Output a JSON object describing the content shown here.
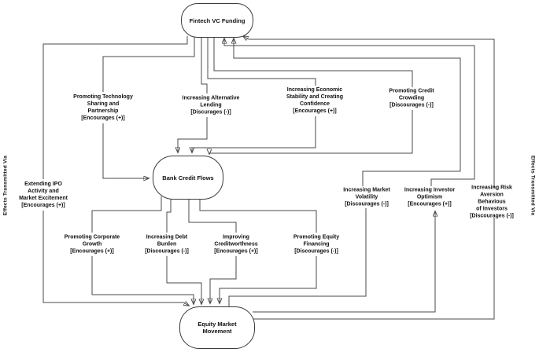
{
  "figure": {
    "background": "#ffffff",
    "line_color": "#4a4a4a",
    "text_color": "#111111"
  },
  "nodes": {
    "fintech": {
      "label": "Fintech VC Funding"
    },
    "bank_credit": {
      "label": "Bank Credit Flows"
    },
    "equity_market": {
      "label": "Equity Market Movement"
    }
  },
  "side_labels": {
    "left": "Effects Transmitted Via",
    "right": "Effects Transmitted Via"
  },
  "mediators": {
    "m1": {
      "label": "Promoting Technology\nSharing and\nPartnership\n[Encourages (+)]"
    },
    "m2": {
      "label": "Increasing Alternative\nLending\n[Discurages (-)]"
    },
    "m3": {
      "label": "Increasing Economic\nStability and Creating\nConfidence\n[Encourages (+)]"
    },
    "m4": {
      "label": "Promoting Credit\nCrowding\n[Discourages (-)]"
    },
    "m5": {
      "label": "Extending IPO\nActivity and\nMarket Excitement\n[Encourages (+)]"
    },
    "m6": {
      "label": "Increasing Market\nVolatility\n[Discourages (-)]"
    },
    "m7": {
      "label": "Increasing Investor\nOptimism\n[Encourages (+)]"
    },
    "m8": {
      "label": "Increasing Risk\nAversion Behavious\nof Investors\n[Discourages (-)]"
    },
    "m9": {
      "label": "Promoting Corporate\nGrowth\n[Encourages (+)]"
    },
    "m10": {
      "label": "Increasing Debt\nBurden\n[Discourages (-)]"
    },
    "m11": {
      "label": "Improving\nCreditworthness\n[Encourages (+)]"
    },
    "m12": {
      "label": "Promoting Equity\nFinancing\n[Discourages (-)]"
    }
  },
  "edges": [
    {
      "from": "Fintech VC Funding",
      "via": "Promoting Technology Sharing and Partnership",
      "to": "Bank Credit Flows",
      "effect": "+"
    },
    {
      "from": "Fintech VC Funding",
      "via": "Increasing Alternative Lending",
      "to": "Bank Credit Flows",
      "effect": "-"
    },
    {
      "from": "Fintech VC Funding",
      "via": "Increasing Economic Stability and Creating Confidence",
      "to": "Bank Credit Flows",
      "effect": "+"
    },
    {
      "from": "Fintech VC Funding",
      "via": "Promoting Credit Crowding",
      "to": "Bank Credit Flows",
      "effect": "-"
    },
    {
      "from": "Fintech VC Funding",
      "via": "Extending IPO Activity and Market Excitement",
      "to": "Equity Market Movement",
      "effect": "+"
    },
    {
      "from": "Bank Credit Flows",
      "via": "Promoting Corporate Growth",
      "to": "Equity Market Movement",
      "effect": "+"
    },
    {
      "from": "Bank Credit Flows",
      "via": "Increasing Debt Burden",
      "to": "Equity Market Movement",
      "effect": "-"
    },
    {
      "from": "Bank Credit Flows",
      "via": "Improving Creditworthness",
      "to": "Equity Market Movement",
      "effect": "+"
    },
    {
      "from": "Bank Credit Flows",
      "via": "Promoting Equity Financing",
      "to": "Equity Market Movement",
      "effect": "-"
    },
    {
      "from": "Equity Market Movement",
      "via": "Increasing Market Volatility",
      "to": "Fintech VC Funding",
      "effect": "-"
    },
    {
      "from": "Equity Market Movement",
      "via": "Increasing Investor Optimism",
      "to": "Fintech VC Funding",
      "effect": "+"
    },
    {
      "from": "Equity Market Movement",
      "via": "Increasing Risk Aversion Behavious of Investors",
      "to": "Fintech VC Funding",
      "effect": "-"
    }
  ]
}
